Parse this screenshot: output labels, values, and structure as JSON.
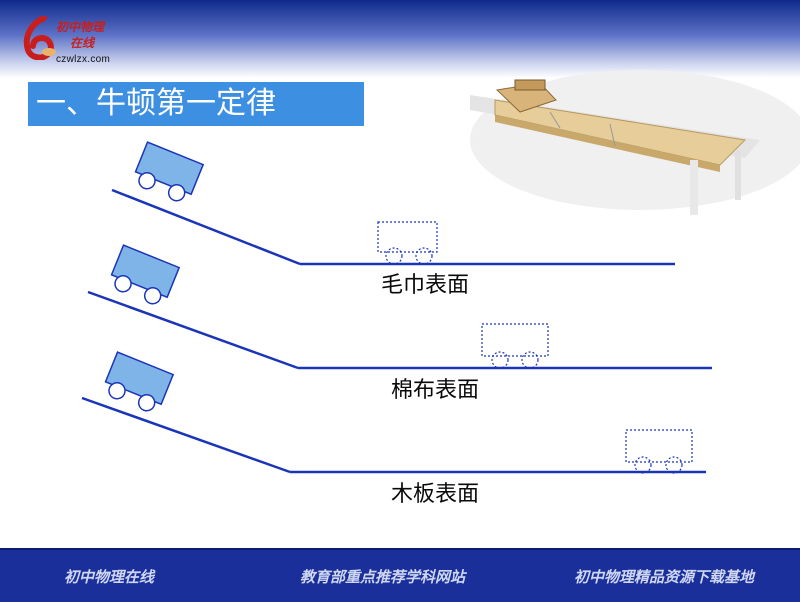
{
  "header": {
    "logo_text_line1": "初中物理",
    "logo_text_line2": "在线",
    "logo_url": "czwlzx.com"
  },
  "slide": {
    "title": "一、牛顿第一定律"
  },
  "surfaces": [
    {
      "label": "毛巾表面"
    },
    {
      "label": "棉布表面"
    },
    {
      "label": "木板表面"
    }
  ],
  "footer": {
    "left": "初中物理在线",
    "center": "教育部重点推荐学科网站",
    "right": "初中物理精品资源下载基地"
  },
  "colors": {
    "header_blue": "#0f2a8c",
    "title_box": "#3d8fe2",
    "track_line": "#1a35b8",
    "cart_fill": "#7fb4e8",
    "footer_blue": "#1a2f9a"
  }
}
